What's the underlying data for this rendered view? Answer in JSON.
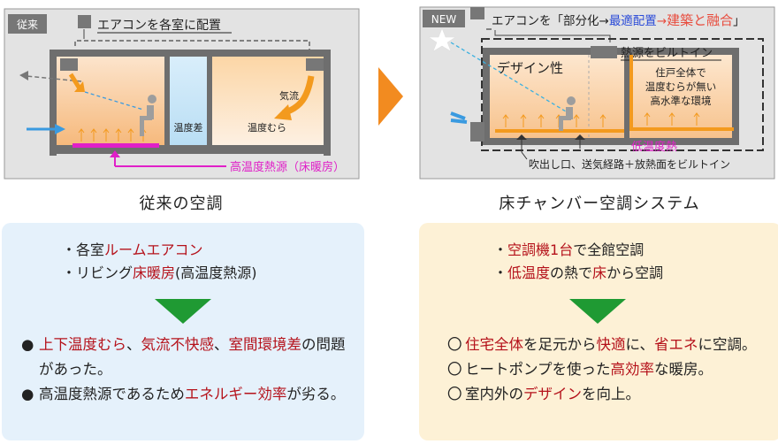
{
  "left": {
    "tag": "従来",
    "top_label": "エアコンを各室に配置",
    "label_temp_diff": "温度差",
    "label_airflow": "気流",
    "label_temp_unevenness": "温度むら",
    "heat_source": "高温度熱源（床暖房）",
    "caption": "従来の空調",
    "bullets": [
      [
        "・各室",
        "ルームエアコン"
      ],
      [
        "・リビング",
        "床暖房",
        "(高温度熱源)"
      ]
    ],
    "results": {
      "marker": "●",
      "items": [
        [
          "上下温度むら",
          "、",
          "気流不快感",
          "、",
          "室間環境差",
          "の問題があった。"
        ],
        [
          "高温度熱源であるため",
          "エネルギー効率",
          "が劣る。"
        ]
      ]
    }
  },
  "right": {
    "tag": "NEW",
    "top_label": {
      "prefix": "エアコンを「部分化→",
      "optimal": "最適配置",
      "arrow": "→",
      "integration": "建築と融合",
      "suffix": "」"
    },
    "label_design": "デザイン性",
    "label_heat_builtin": "熱源をビルトイン",
    "house_text": [
      "住戸全体で",
      "温度むらが無い",
      "高水準な環境"
    ],
    "low_temp_heat": "低温度熱",
    "outlet_text": "吹出し口、送気経路＋放熱面をビルトイン",
    "caption": "床チャンバー空調システム",
    "bullets": [
      [
        "・",
        "空調機1台",
        "で全館空調"
      ],
      [
        "・",
        "低温度",
        "の熱で",
        "床",
        "から空調"
      ]
    ],
    "results": {
      "marker": "〇",
      "items": [
        [
          "住宅全体",
          "を足元から",
          "快適",
          "に、",
          "省エネ",
          "に空調。"
        ],
        [
          "ヒートポンプを使った",
          "高効率",
          "な暖房。"
        ],
        [
          "室内外の",
          "デザイン",
          "を向上。"
        ]
      ]
    }
  },
  "colors": {
    "accent_red": "#b5121b",
    "highlight_magenta": "#e020c8",
    "heat_orange": "#f39a1e",
    "blue_arrow": "#3a9ae0",
    "green_arrow": "#1f9a33",
    "left_panel": "#e5f1fb",
    "right_panel": "#fdf1d6"
  }
}
